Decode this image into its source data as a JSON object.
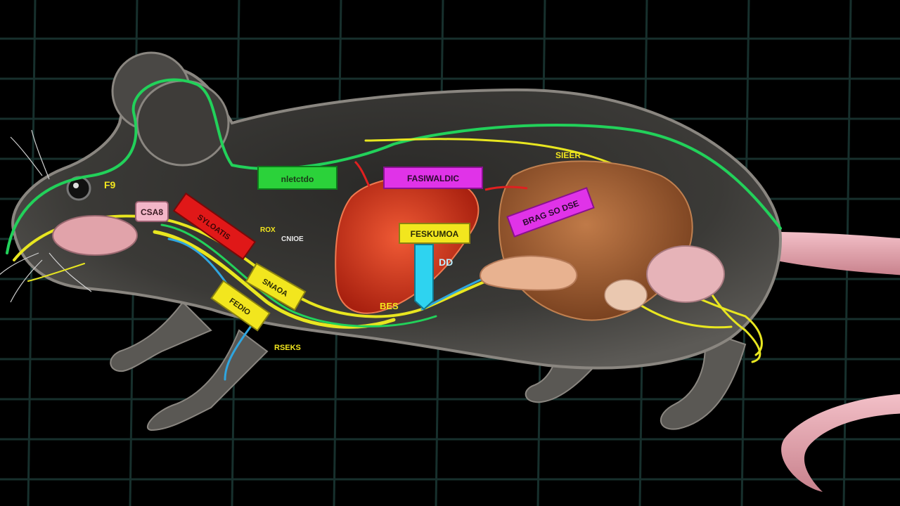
{
  "labels": {
    "green_tag": "nletctdo",
    "magenta_top_tag": "FASIWALDIC",
    "magenta_liver_tag": "BRAG SO DSE",
    "yellow_center_tag": "FESKUMOA",
    "cyan_tag": "DD",
    "red_tag": "SYLOATIS",
    "yellow_lower_tag": "SNAOA",
    "yellow_low2_tag": "FEDIO",
    "pink_tag": "CSA8",
    "text_head": "F9",
    "text_mid": "ROX",
    "text_mid2": "CNIOE",
    "text_bes": "BES",
    "text_sider": "SIEER",
    "text_legs": "RSEKS"
  },
  "colors": {
    "background": "#000000",
    "grid": "#17302d",
    "body": "#4e4c49",
    "body_edge": "#8a8680",
    "green_vessel": "#22d15a",
    "yellow_vessel": "#e8e620",
    "blue_vessel": "#2fa6e0",
    "liver": "#d8351e",
    "stomach": "#a4633a",
    "tail": "#e6a3ad"
  }
}
